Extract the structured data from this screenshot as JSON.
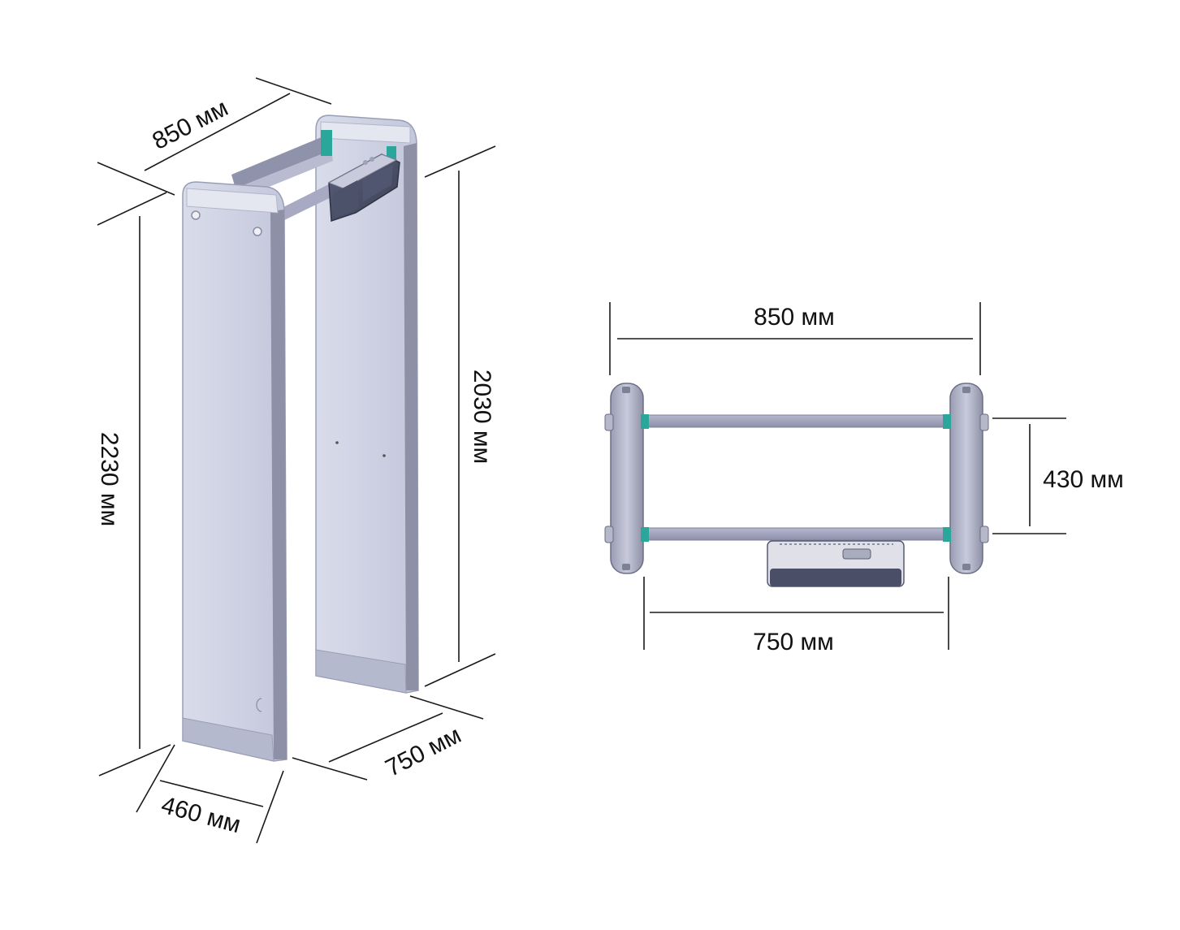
{
  "colors": {
    "panel": "#c9cde0",
    "panel_light": "#dfe2ee",
    "panel_edge": "#a9adc2",
    "panel_dark": "#7e8193",
    "bar": "#a7a9c3",
    "teal": "#2aa69a",
    "unit": "#4a4f67",
    "dim_line": "#1a1a1a"
  },
  "isometric_view": {
    "top_width_label": "850 мм",
    "total_height_label": "2230 мм",
    "inner_height_label": "2030 мм",
    "depth_label": "460 мм",
    "inner_width_label": "750 мм"
  },
  "top_view": {
    "outer_width_label": "850 мм",
    "inner_width_label": "750 мм",
    "bar_spacing_label": "430 мм"
  }
}
